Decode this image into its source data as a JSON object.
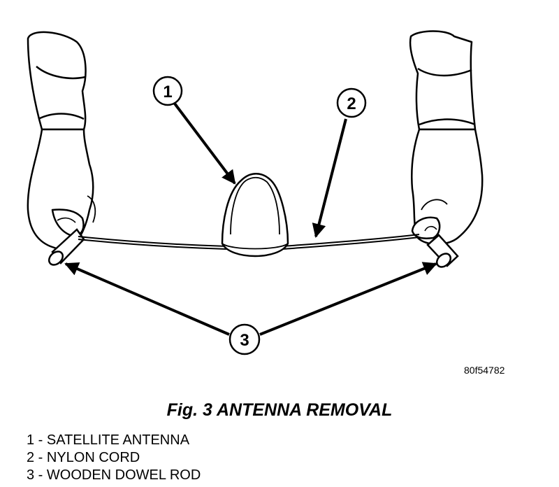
{
  "figure_code": "80f54782",
  "caption": "Fig. 3 ANTENNA REMOVAL",
  "callouts": [
    "1",
    "2",
    "3"
  ],
  "legend": [
    "1 - SATELLITE ANTENNA",
    "2 - NYLON CORD",
    "3 - WOODEN DOWEL ROD"
  ],
  "colors": {
    "ink": "#000000",
    "paper": "#ffffff"
  }
}
